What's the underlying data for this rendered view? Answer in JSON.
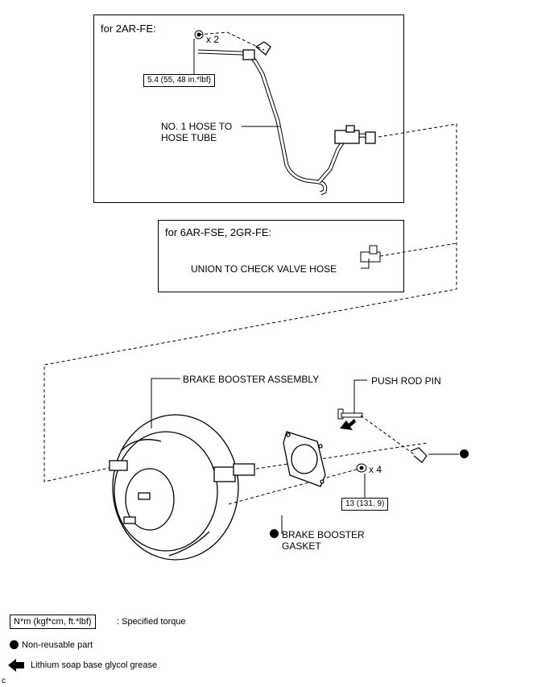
{
  "box_2ar": {
    "title": "for 2AR-FE:",
    "qty": "x 2",
    "torque": "5.4 (55, 48 in.*lbf)",
    "hose_label_line1": "NO. 1 HOSE TO",
    "hose_label_line2": "HOSE TUBE"
  },
  "box_6ar": {
    "title": "for 6AR-FSE, 2GR-FE:",
    "union_label": "UNION TO CHECK VALVE HOSE"
  },
  "parts": {
    "booster": "BRAKE BOOSTER ASSEMBLY",
    "push_rod_pin": "PUSH ROD PIN",
    "qty_nuts": "x 4",
    "nut_torque": "13 (131, 9)",
    "gasket_line1": "BRAKE BOOSTER",
    "gasket_line2": "GASKET"
  },
  "legend": {
    "torque_box": "N*m (kgf*cm, ft.*lbf)",
    "torque_desc": ": Specified torque",
    "non_reusable": "Non-reusable part",
    "grease": "Lithium soap base glycol grease",
    "corner_mark": "c"
  }
}
